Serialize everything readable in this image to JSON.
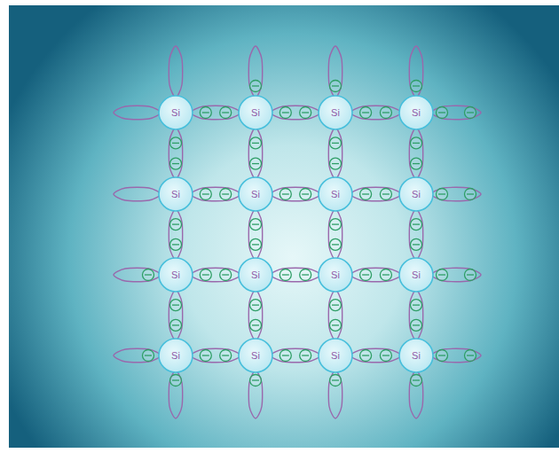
{
  "diagram": {
    "nodes": [
      {
        "text": [
          "Si"
        ]
      },
      {
        "text": [
          "Si"
        ]
      },
      {
        "text": [
          "Si"
        ]
      },
      {
        "text": [
          "Si"
        ]
      },
      {
        "text": [
          "Si"
        ]
      },
      {
        "text": [
          "Si"
        ]
      },
      {
        "text": [
          "Si"
        ]
      },
      {
        "text": [
          "Si"
        ]
      },
      {
        "text": [
          "Si"
        ]
      },
      {
        "text": [
          "Si"
        ]
      },
      {
        "text": [
          "Si"
        ]
      },
      {
        "text": [
          "Si"
        ]
      },
      {
        "text": [
          "Si"
        ]
      },
      {
        "text": [
          "Si"
        ]
      },
      {
        "text": [
          "Si"
        ]
      },
      {
        "text": [
          "Si"
        ]
      }
    ],
    "edges": [
      {
        "from": 0,
        "to": 1,
        "arrow": "none"
      },
      {
        "from": 1,
        "to": 2,
        "arrow": "none"
      },
      {
        "from": 2,
        "to": 3,
        "arrow": "none"
      },
      {
        "from": 4,
        "to": 5,
        "arrow": "none"
      },
      {
        "from": 5,
        "to": 6,
        "arrow": "none"
      },
      {
        "from": 6,
        "to": 7,
        "arrow": "none"
      },
      {
        "from": 8,
        "to": 9,
        "arrow": "none"
      },
      {
        "from": 9,
        "to": 10,
        "arrow": "none"
      },
      {
        "from": 10,
        "to": 11,
        "arrow": "none"
      },
      {
        "from": 12,
        "to": 13,
        "arrow": "none"
      },
      {
        "from": 13,
        "to": 14,
        "arrow": "none"
      },
      {
        "from": 14,
        "to": 15,
        "arrow": "none"
      },
      {
        "from": 0,
        "to": 4,
        "arrow": "none"
      },
      {
        "from": 1,
        "to": 5,
        "arrow": "none"
      },
      {
        "from": 2,
        "to": 6,
        "arrow": "none"
      },
      {
        "from": 3,
        "to": 7,
        "arrow": "none"
      },
      {
        "from": 4,
        "to": 8,
        "arrow": "none"
      },
      {
        "from": 5,
        "to": 9,
        "arrow": "none"
      },
      {
        "from": 6,
        "to": 10,
        "arrow": "none"
      },
      {
        "from": 7,
        "to": 11,
        "arrow": "none"
      },
      {
        "from": 8,
        "to": 12,
        "arrow": "none"
      },
      {
        "from": 9,
        "to": 13,
        "arrow": "none"
      },
      {
        "from": 10,
        "to": 14,
        "arrow": "none"
      },
      {
        "from": 11,
        "to": 15,
        "arrow": "none"
      }
    ]
  }
}
